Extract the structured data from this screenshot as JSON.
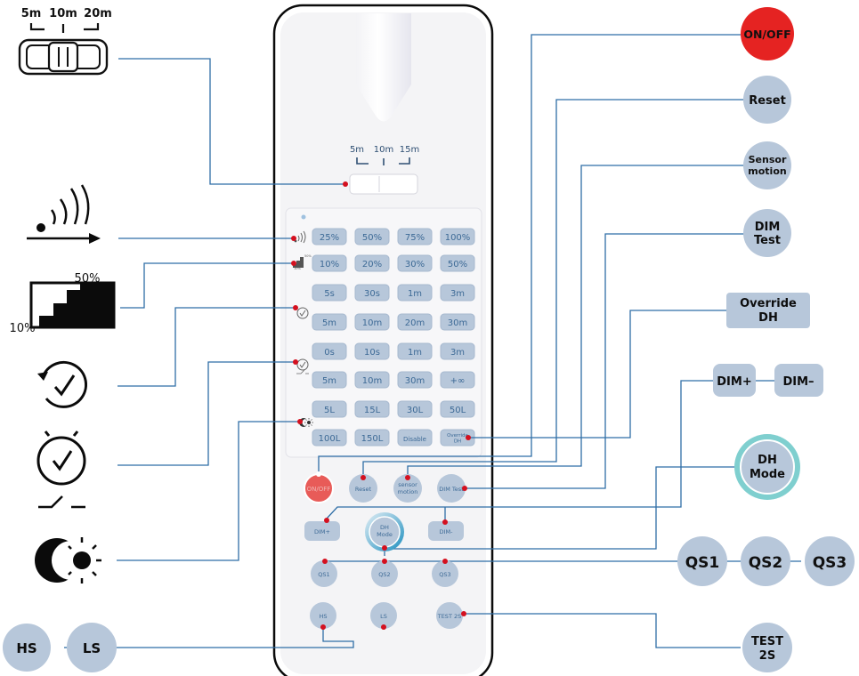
{
  "remote": {
    "range": {
      "labels": [
        "5m",
        "10m",
        "15m"
      ]
    },
    "rows": [
      [
        "25%",
        "50%",
        "75%",
        "100%"
      ],
      [
        "10%",
        "20%",
        "30%",
        "50%"
      ],
      [
        "5s",
        "30s",
        "1m",
        "3m"
      ],
      [
        "5m",
        "10m",
        "20m",
        "30m"
      ],
      [
        "0s",
        "10s",
        "1m",
        "3m"
      ],
      [
        "5m",
        "10m",
        "30m",
        "+∞"
      ],
      [
        "5L",
        "15L",
        "30L",
        "50L"
      ],
      [
        "100L",
        "150L",
        "Disable",
        "Override DH"
      ]
    ],
    "stair_small_labels": [
      "50%",
      "10%"
    ],
    "buttons": {
      "on_off": "ON/OFF",
      "reset": "Reset",
      "sensor_motion": [
        "sensor",
        "motion"
      ],
      "dim_test": "DIM Test",
      "dim_plus": "DIM+",
      "dh_mode": [
        "DH",
        "Mode"
      ],
      "dim_minus": "DIM-",
      "qs1": "QS1",
      "qs2": "QS2",
      "qs3": "QS3",
      "hs": "HS",
      "ls": "LS",
      "test_2s": "TEST 2S"
    }
  },
  "left": {
    "range_switch_labels": [
      "5m",
      "10m",
      "20m"
    ],
    "stair_labels": {
      "top": "50%",
      "bottom": "10%"
    },
    "hs": "HS",
    "ls": "LS"
  },
  "right": {
    "on_off": "ON/OFF",
    "reset": "Reset",
    "sensor_motion": [
      "Sensor",
      "motion"
    ],
    "dim_test": [
      "DIM",
      "Test"
    ],
    "override_dh": [
      "Override",
      "DH"
    ],
    "dim_plus": "DIM+",
    "dim_minus": "DIM–",
    "dh_mode": [
      "DH",
      "Mode"
    ],
    "qs1": "QS1",
    "qs2": "QS2",
    "qs3": "QS3",
    "test_2s": [
      "TEST",
      "2S"
    ]
  },
  "colors": {
    "red": "#e52322",
    "pill": "#b7c7da",
    "pill_text": "#3d6a96",
    "line": "#2f6ea6",
    "teal": "#7fcfcf",
    "dot": "#d4101f"
  }
}
